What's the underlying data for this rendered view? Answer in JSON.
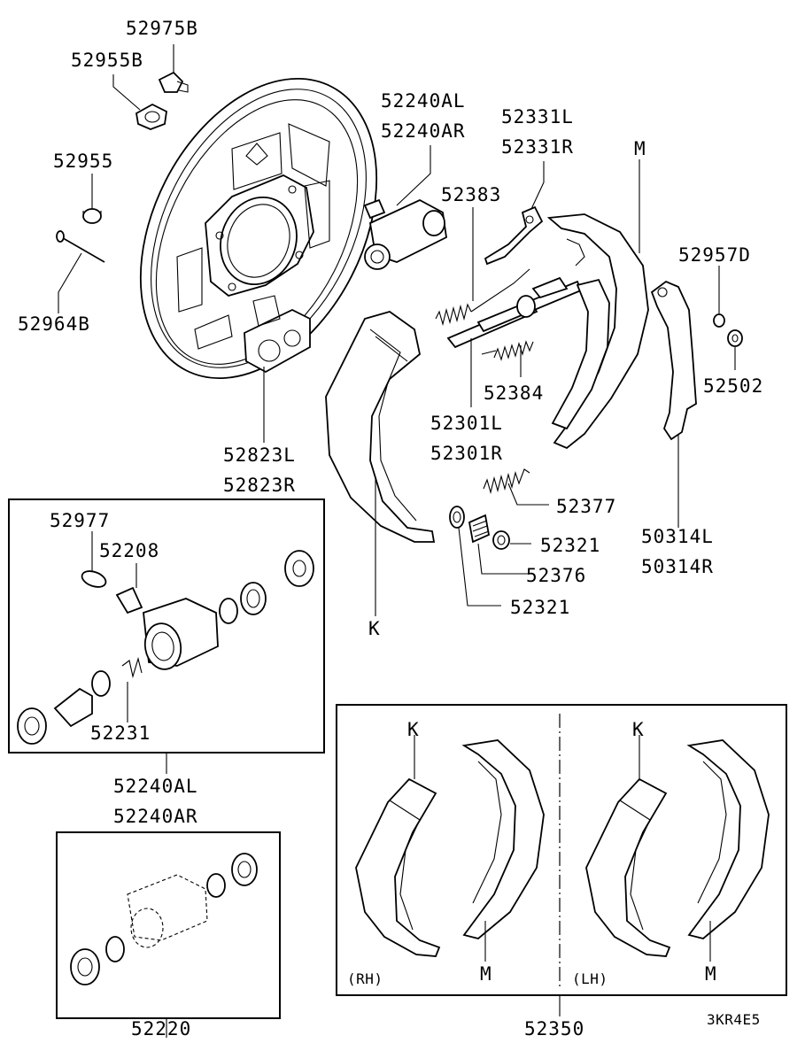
{
  "labels": {
    "p52975B": "52975B",
    "p52955B": "52955B",
    "p52955": "52955",
    "p52964B": "52964B",
    "p52240AL": "52240AL",
    "p52240AR": "52240AR",
    "p52331L": "52331L",
    "p52331R": "52331R",
    "m_top": "M",
    "p52383": "52383",
    "p52957D": "52957D",
    "p52502": "52502",
    "p52384": "52384",
    "p52301L": "52301L",
    "p52301R": "52301R",
    "p52823L": "52823L",
    "p52823R": "52823R",
    "p52377": "52377",
    "p52321a": "52321",
    "p52376": "52376",
    "p52321b": "52321",
    "p50314L": "50314L",
    "p50314R": "50314R",
    "k_main": "K",
    "p52977": "52977",
    "p52208": "52208",
    "p52231": "52231",
    "p52240AL_b": "52240AL",
    "p52240AR_b": "52240AR",
    "p52220": "52220",
    "k_rh": "K",
    "m_rh": "M",
    "rh": "(RH)",
    "k_lh": "K",
    "m_lh": "M",
    "lh": "(LH)",
    "p52350": "52350",
    "code": "3KR4E5"
  }
}
